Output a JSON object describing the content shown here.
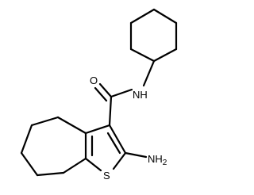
{
  "molecule": {
    "atom_labels": {
      "oxygen": "O",
      "amide_nh": "NH",
      "sulfur": "S",
      "amino_prefix": "NH",
      "amino_subscript": "2"
    }
  }
}
